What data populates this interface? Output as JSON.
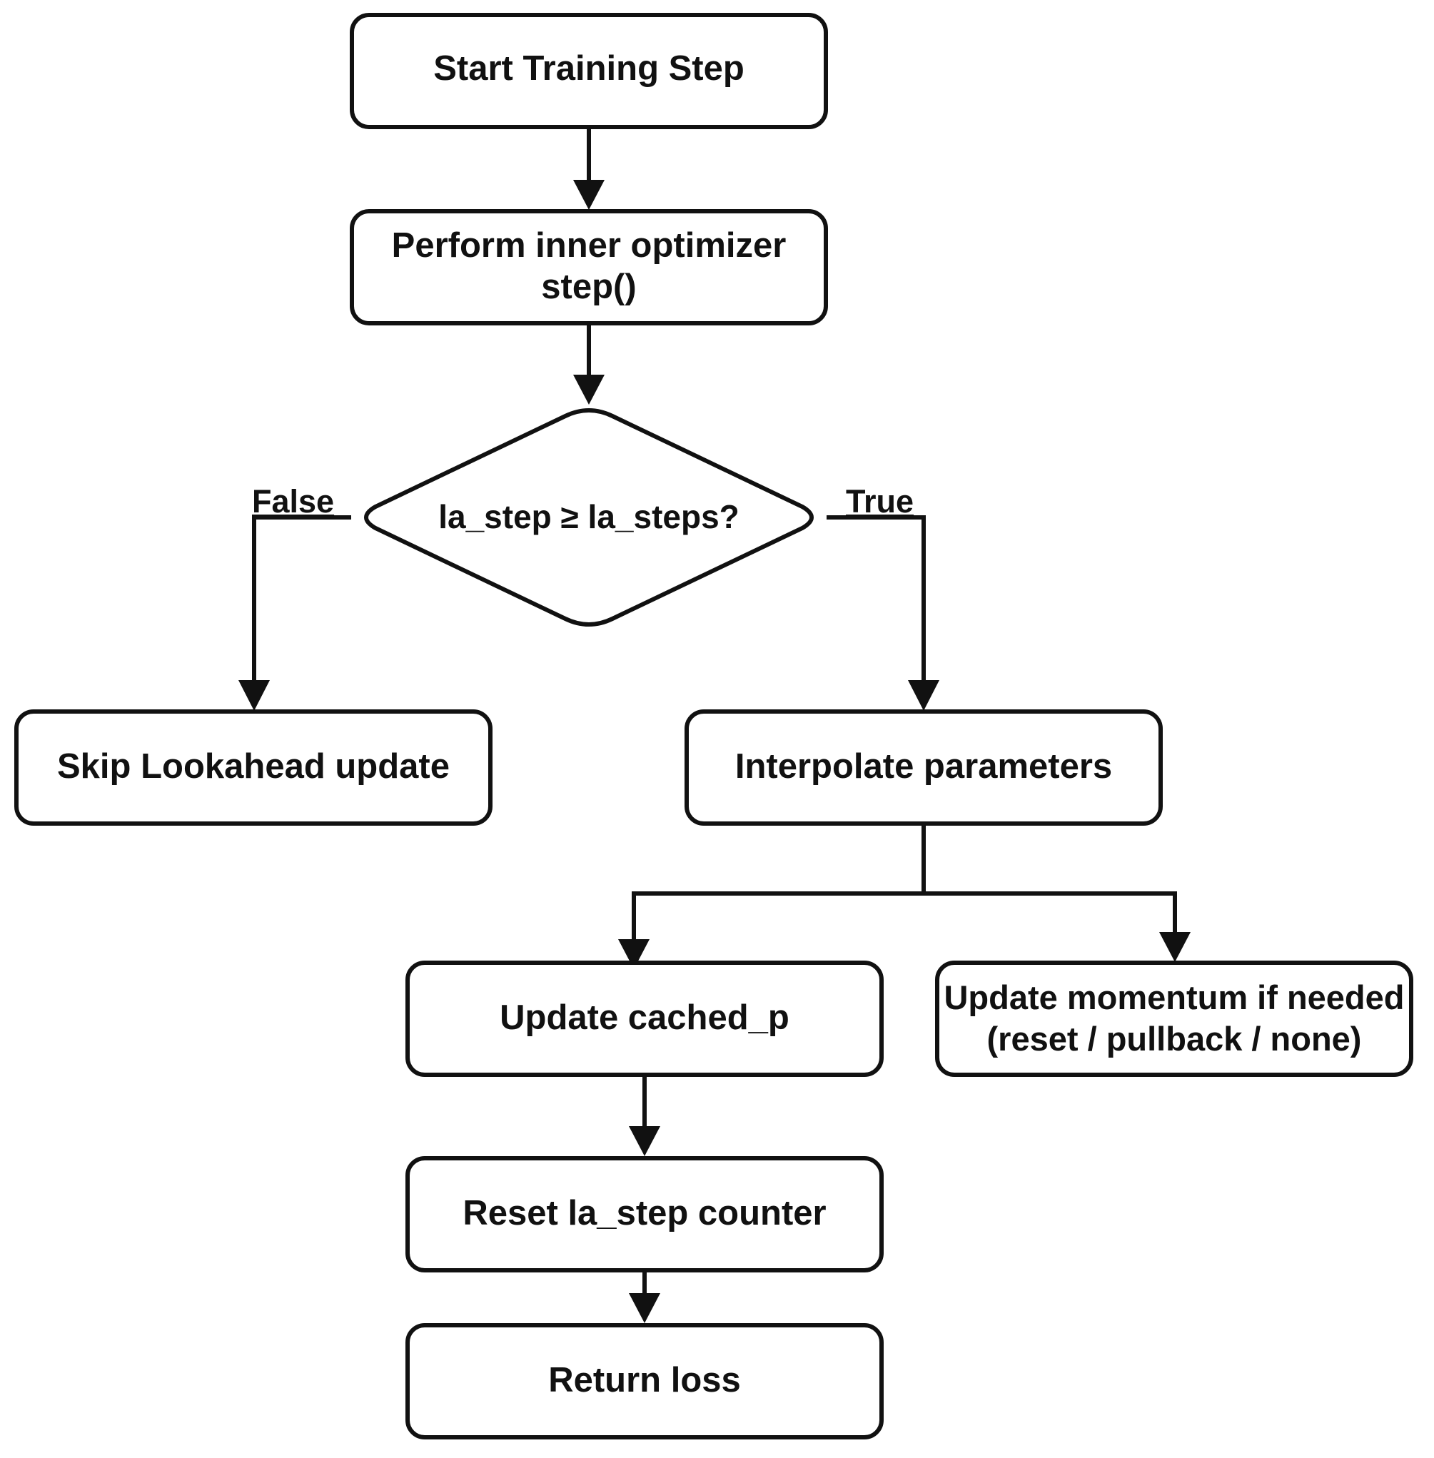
{
  "diagram": {
    "type": "flowchart",
    "stroke_color": "#111111",
    "background_color": "#ffffff",
    "nodes": {
      "start": {
        "label": "Start Training Step"
      },
      "inner_step": {
        "label_line1": "Perform inner optimizer",
        "label_line2": "step()"
      },
      "decision": {
        "label": "la_step ≥ la_steps?"
      },
      "skip": {
        "label": "Skip Lookahead update"
      },
      "interpolate": {
        "label": "Interpolate parameters"
      },
      "update_cached": {
        "label": "Update cached_p"
      },
      "update_momentum": {
        "label_line1": "Update momentum if needed",
        "label_line2": "(reset / pullback / none)"
      },
      "reset_counter": {
        "label": "Reset la_step counter"
      },
      "return_loss": {
        "label": "Return loss"
      }
    },
    "branches": {
      "false_label": "False",
      "true_label": "True"
    }
  }
}
